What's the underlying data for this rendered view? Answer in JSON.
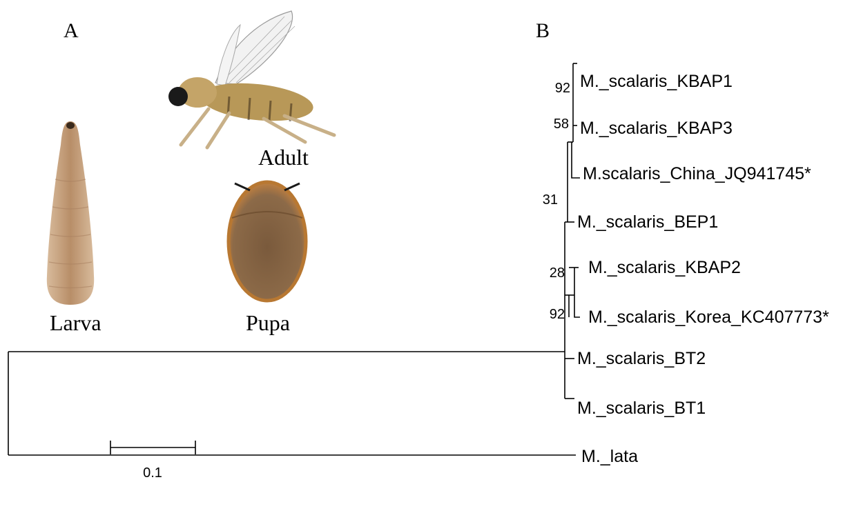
{
  "panels": {
    "a": "A",
    "b": "B"
  },
  "specimens": {
    "larva": "Larva",
    "pupa": "Pupa",
    "adult": "Adult"
  },
  "tree": {
    "taxa": [
      "M._scalaris_KBAP1",
      "M._scalaris_KBAP3",
      "M.scalaris_China_JQ941745*",
      "M._scalaris_BEP1",
      "M._scalaris_KBAP2",
      "M._scalaris_Korea_KC407773*",
      "M._scalaris_BT2",
      "M._scalaris_BT1",
      "M._lata"
    ],
    "bootstrap": [
      "92",
      "58",
      "31",
      "28",
      "92"
    ],
    "scale_bar": "0.1"
  },
  "colors": {
    "line": "#000000",
    "larva_body": "#c6a27f",
    "pupa_rim": "#b87832",
    "pupa_body": "#8a6a48",
    "adult_body": "#b89858"
  }
}
